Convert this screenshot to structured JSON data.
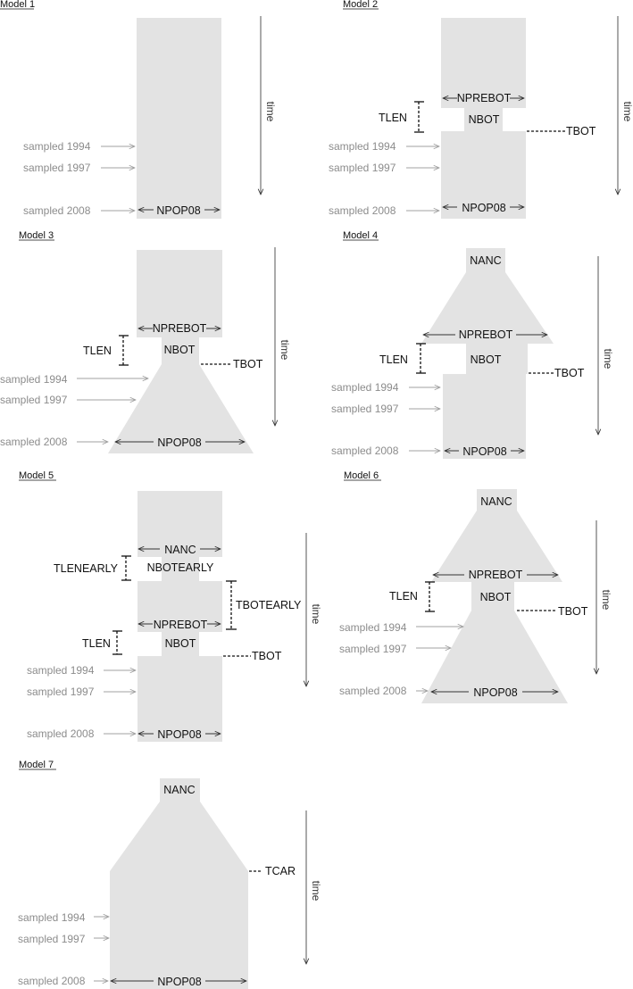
{
  "sampled": {
    "s1994": "sampled 1994",
    "s1997": "sampled 1997",
    "s2008": "sampled 2008"
  },
  "time_label": "time",
  "params": {
    "npop08": "NPOP08",
    "nprebot": "NPREBOT",
    "nbot": "NBOT",
    "tlen": "TLEN",
    "tbot": "TBOT",
    "nanc": "NANC",
    "tlenearly": "TLENEARLY",
    "nbotearly": "NBOTEARLY",
    "tbotearly": "TBOTEARLY",
    "tcar": "TCAR"
  },
  "models": [
    {
      "title": "Model 1"
    },
    {
      "title": "Model 2"
    },
    {
      "title": "Model 3"
    },
    {
      "title": "Model 4"
    },
    {
      "title": "Model 5"
    },
    {
      "title": "Model 6"
    },
    {
      "title": "Model 7"
    }
  ],
  "colors": {
    "shape_fill": "#e3e3e3",
    "sampled_text": "#8c8c8c",
    "label_text": "#111111"
  }
}
